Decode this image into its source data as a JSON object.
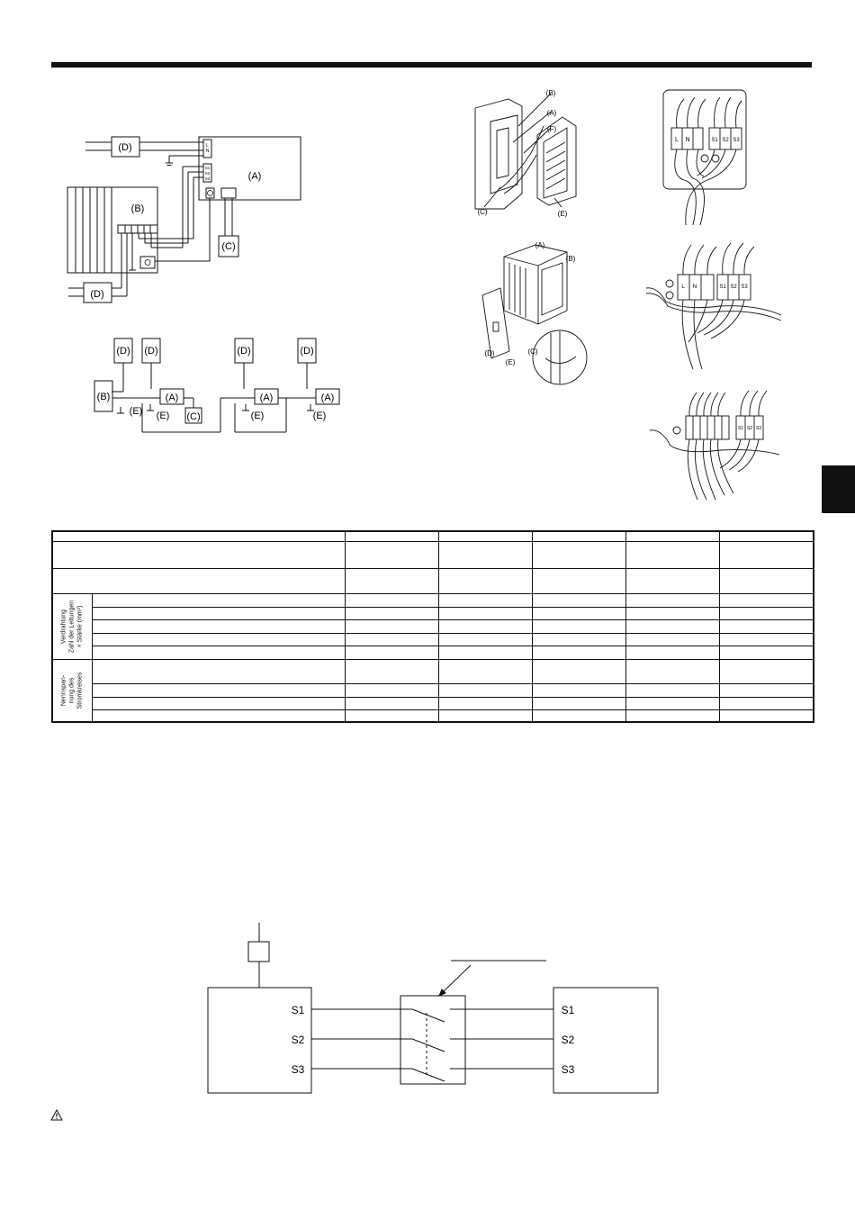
{
  "diagrams": {
    "system": {
      "labels": {
        "a": "(A)",
        "b": "(B)",
        "c": "(C)",
        "d": "(D)"
      },
      "terminals": {
        "l": "L",
        "n": "N",
        "s1": "S1",
        "s2": "S2",
        "s3": "S3"
      }
    },
    "multi": {
      "labels": {
        "a": "(A)",
        "b": "(B)",
        "c": "(C)",
        "d": "(D)",
        "e": "(E)"
      }
    },
    "indoor_unit": {
      "labels": {
        "a": "(A)",
        "b": "(B)",
        "c": "(C)",
        "e": "(E)",
        "f": "(F)"
      }
    },
    "outdoor_unit": {
      "labels": {
        "a": "(A)",
        "b": "(B)",
        "c": "(C)",
        "d": "(D)",
        "e": "(E)"
      }
    },
    "terminal_block": {
      "labels": [
        "L",
        "N",
        "S1",
        "S2",
        "S3"
      ]
    },
    "isolator": {
      "left_terminals": [
        "S1",
        "S2",
        "S3"
      ],
      "right_terminals": [
        "S1",
        "S2",
        "S3"
      ]
    }
  },
  "table": {
    "wiring_heading": "Verdrahtung Zahl der Leitungen × Stärke (mm²)",
    "voltage_heading": "Nennspan- nung des Stromkreises",
    "wiring_line_1": "Verdrahtung",
    "wiring_line_2": "Zahl der Leitungen",
    "wiring_line_3": "× Stärke (mm²)",
    "voltage_line_1": "Nennspan-",
    "voltage_line_2": "nung des",
    "voltage_line_3": "Stromkreises"
  }
}
